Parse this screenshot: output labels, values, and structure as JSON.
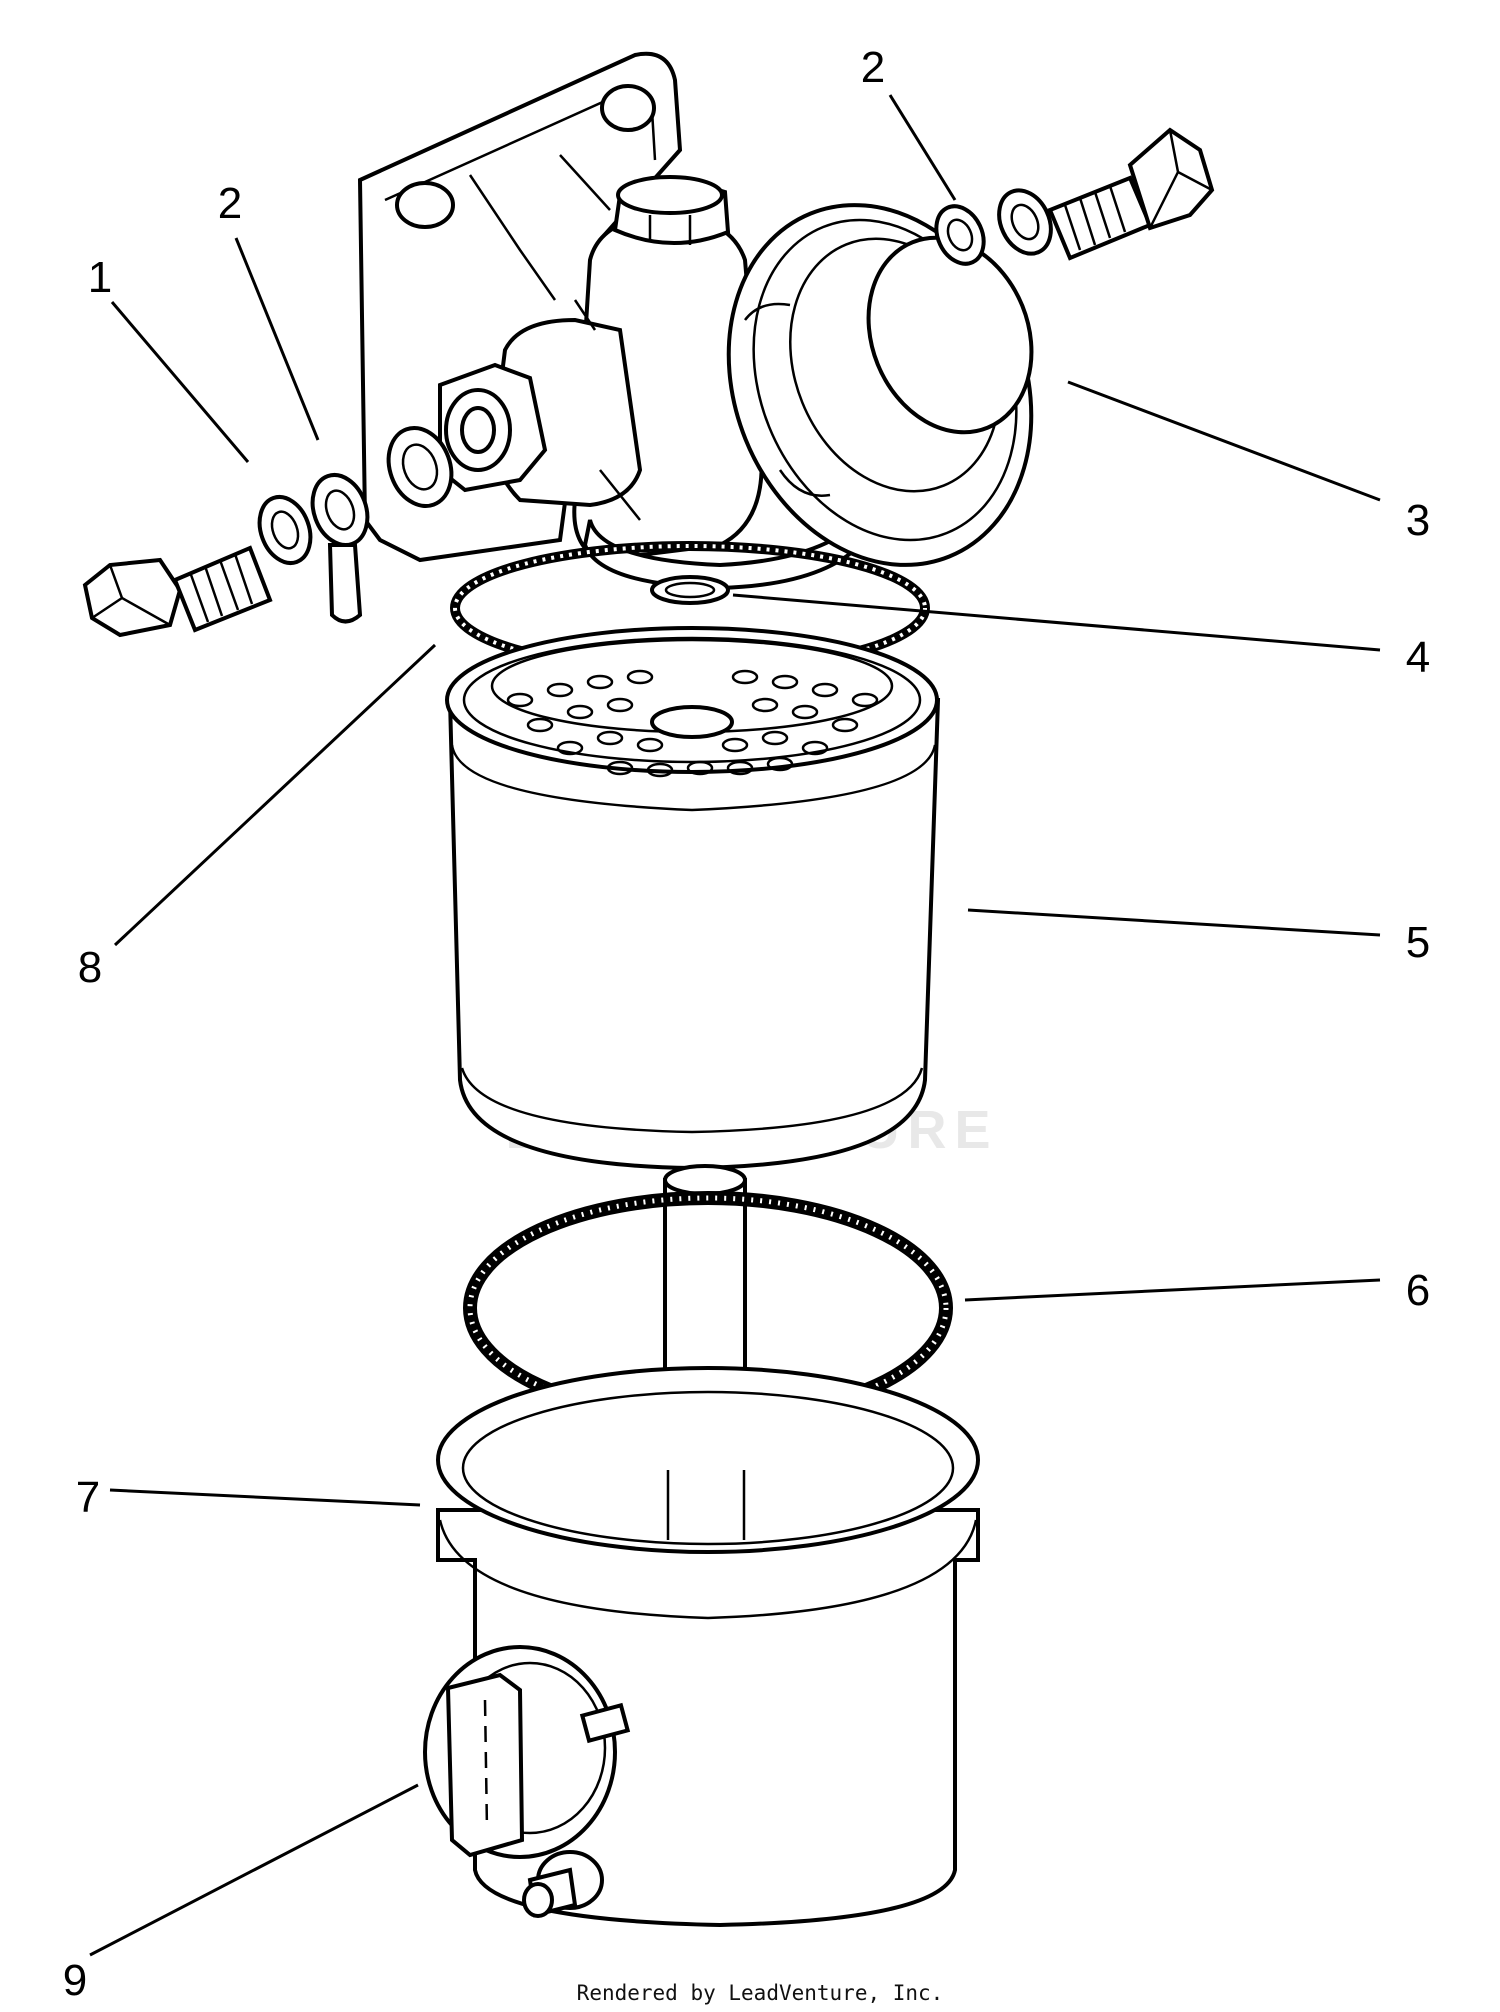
{
  "diagram": {
    "callouts": [
      {
        "id": "1",
        "label": "1",
        "part": "banjo-bolt-left"
      },
      {
        "id": "2a",
        "label": "2",
        "part": "sealing-washer-left"
      },
      {
        "id": "2b",
        "label": "2",
        "part": "sealing-washer-right"
      },
      {
        "id": "3",
        "label": "3",
        "part": "primer-pump-head"
      },
      {
        "id": "4",
        "label": "4",
        "part": "center-seal-ring"
      },
      {
        "id": "5",
        "label": "5",
        "part": "filter-element"
      },
      {
        "id": "6",
        "label": "6",
        "part": "bowl-o-ring"
      },
      {
        "id": "7",
        "label": "7",
        "part": "sediment-bowl"
      },
      {
        "id": "8",
        "label": "8",
        "part": "head-gasket"
      },
      {
        "id": "9",
        "label": "9",
        "part": "drain-valve"
      }
    ],
    "watermark": "LEADVENTURE",
    "footer": "Rendered by LeadVenture, Inc."
  }
}
